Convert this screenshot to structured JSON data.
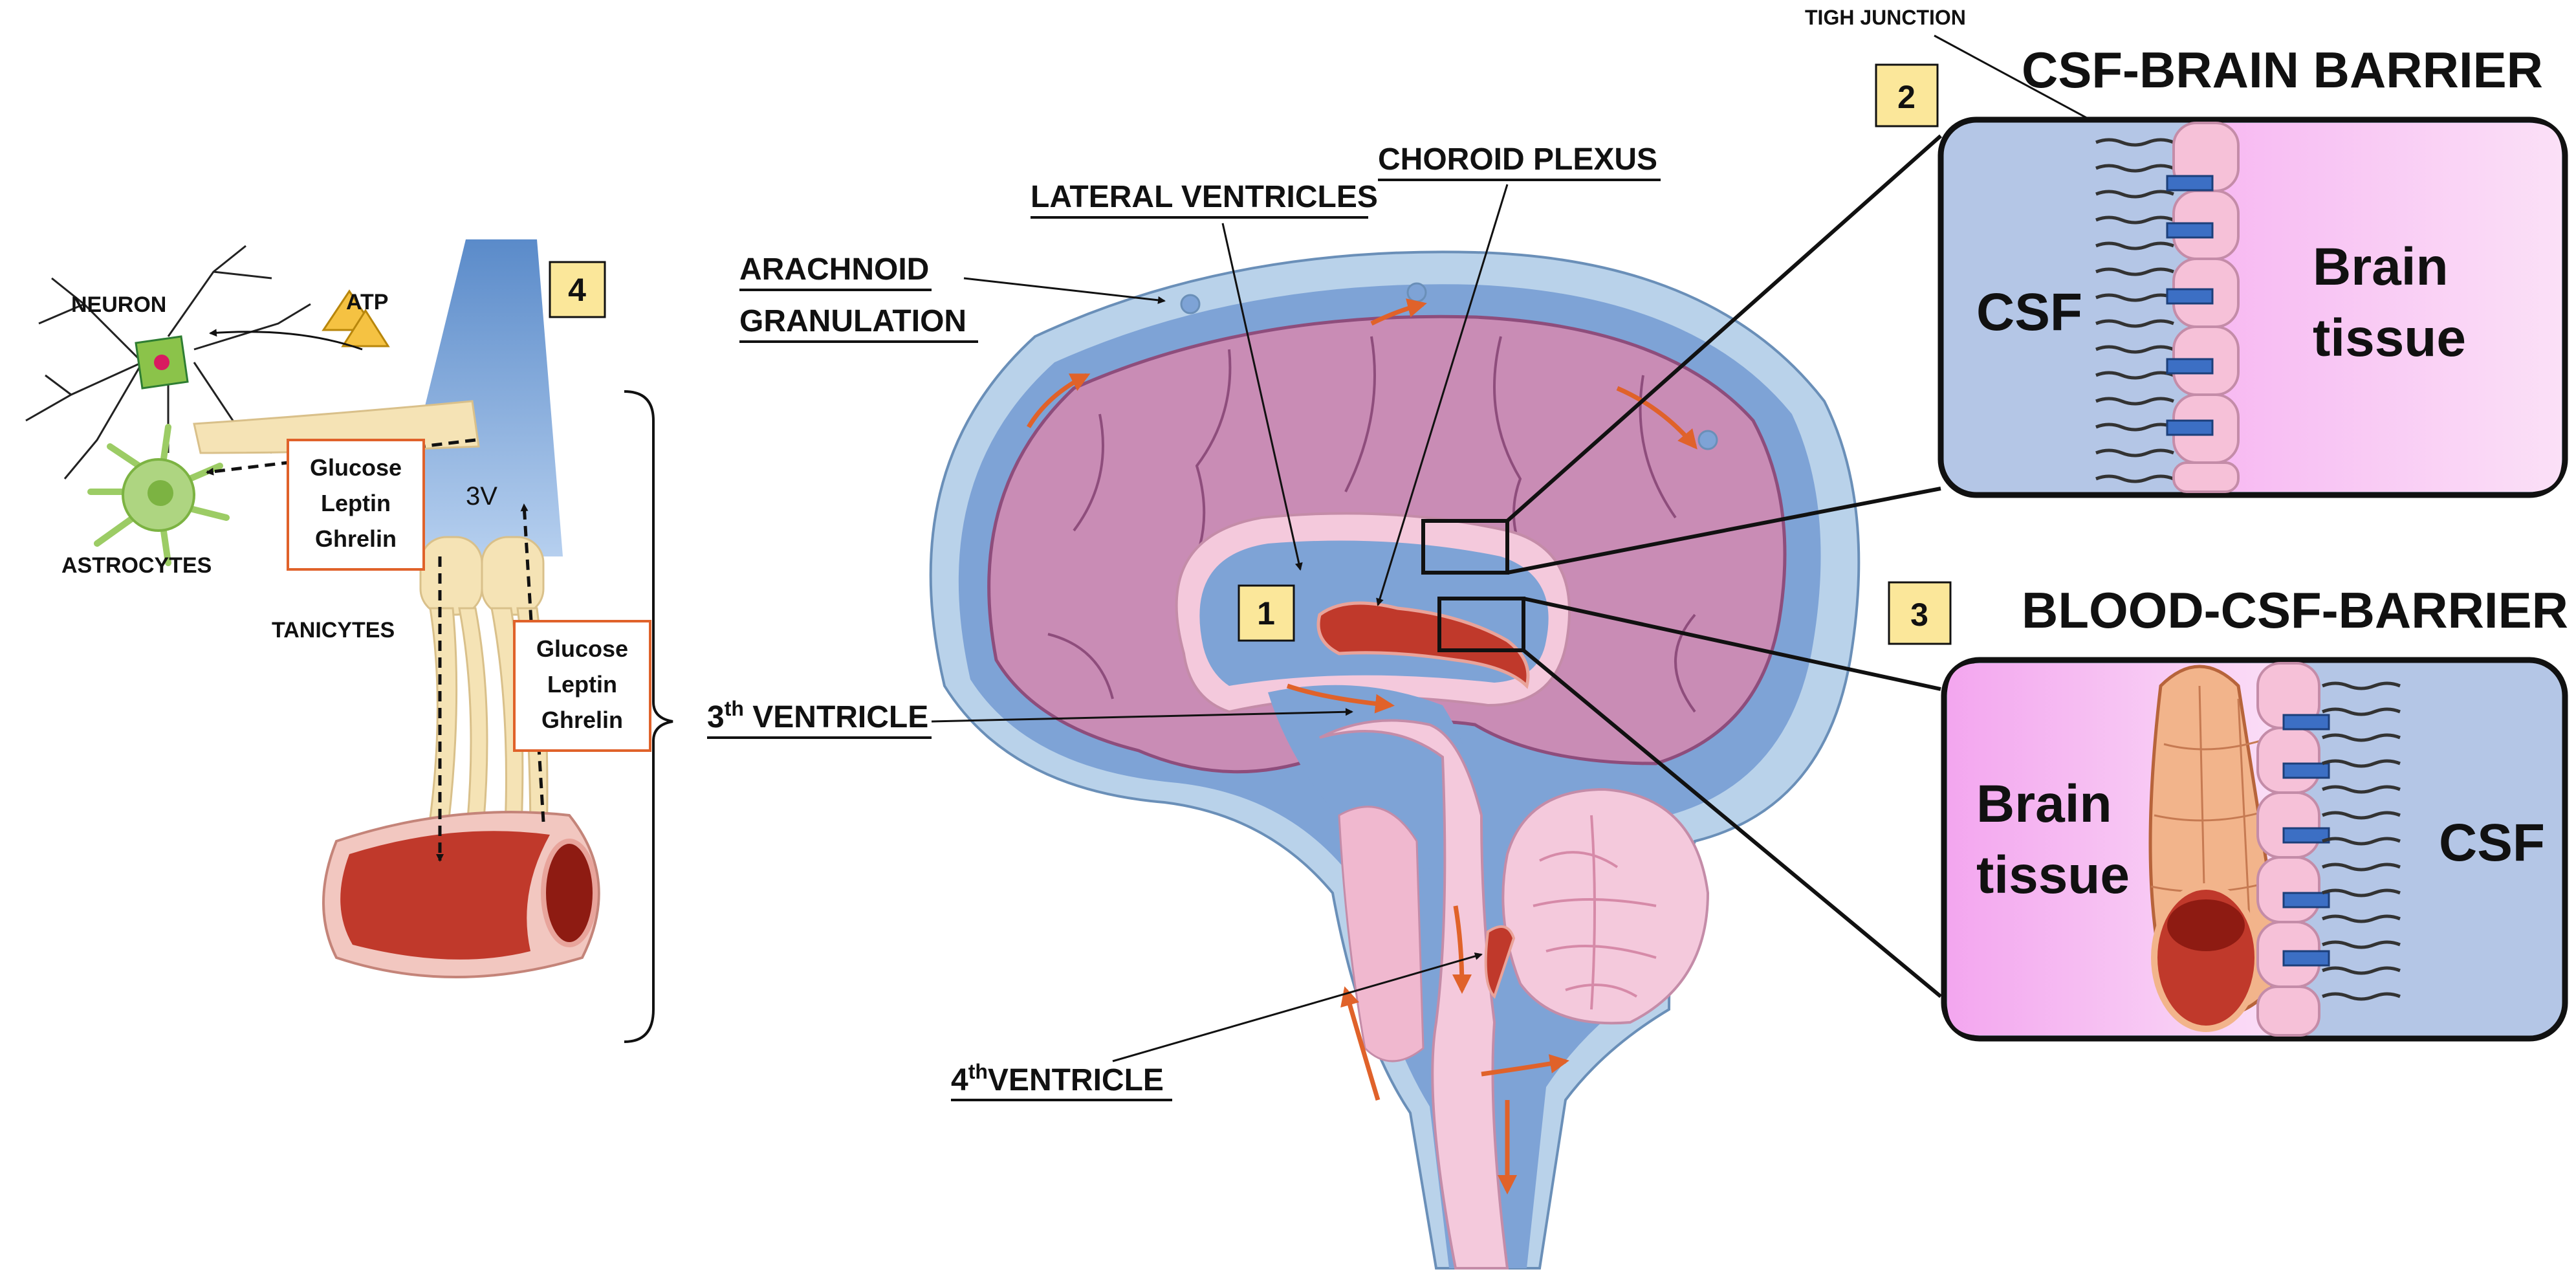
{
  "labels": {
    "neuron": "NEURON",
    "atp": "ATP",
    "astrocytes": "ASTROCYTES",
    "tanicytes": "TANICYTES",
    "third_v_short": "3V",
    "box1_lines": [
      "Glucose",
      "Leptin",
      "Ghrelin"
    ],
    "box2_lines": [
      "Glucose",
      "Leptin",
      "Ghrelin"
    ],
    "arachnoid_line1": "ARACHNOID",
    "arachnoid_line2": "GRANULATION",
    "lateral_ventricles": "LATERAL VENTRICLES",
    "choroid_plexus": "CHOROID PLEXUS",
    "third_ventricle_num": "3",
    "third_ventricle_sup": "th",
    "third_ventricle_word": " VENTRICLE",
    "fourth_ventricle_num": "4",
    "fourth_ventricle_sup": "th",
    "fourth_ventricle_word": "VENTRICLE",
    "tigh_junction": "TIGH JUNCTION",
    "csf_brain_barrier": "CSF-BRAIN BARRIER",
    "blood_csf_barrier": "BLOOD-CSF-BARRIER",
    "panel2_left": "CSF",
    "panel2_right_1": "Brain",
    "panel2_right_2": "tissue",
    "panel3_left_1": "Brain",
    "panel3_left_2": "tissue",
    "panel3_right": "CSF"
  },
  "markers": [
    "1",
    "2",
    "3",
    "4"
  ],
  "colors": {
    "csf_blue": "#7ea3d6",
    "brain_purple": "#c98cb5",
    "arrow_orange": "#e0622a",
    "marker_fill": "#fbe79a",
    "panel_blue": "#b4c6e6",
    "panel_pink": "#f3a6ef",
    "cell_pink": "#f6c1d8",
    "junction_blue": "#3c6fc4",
    "tanicyte_cream": "#f5e3b5"
  }
}
